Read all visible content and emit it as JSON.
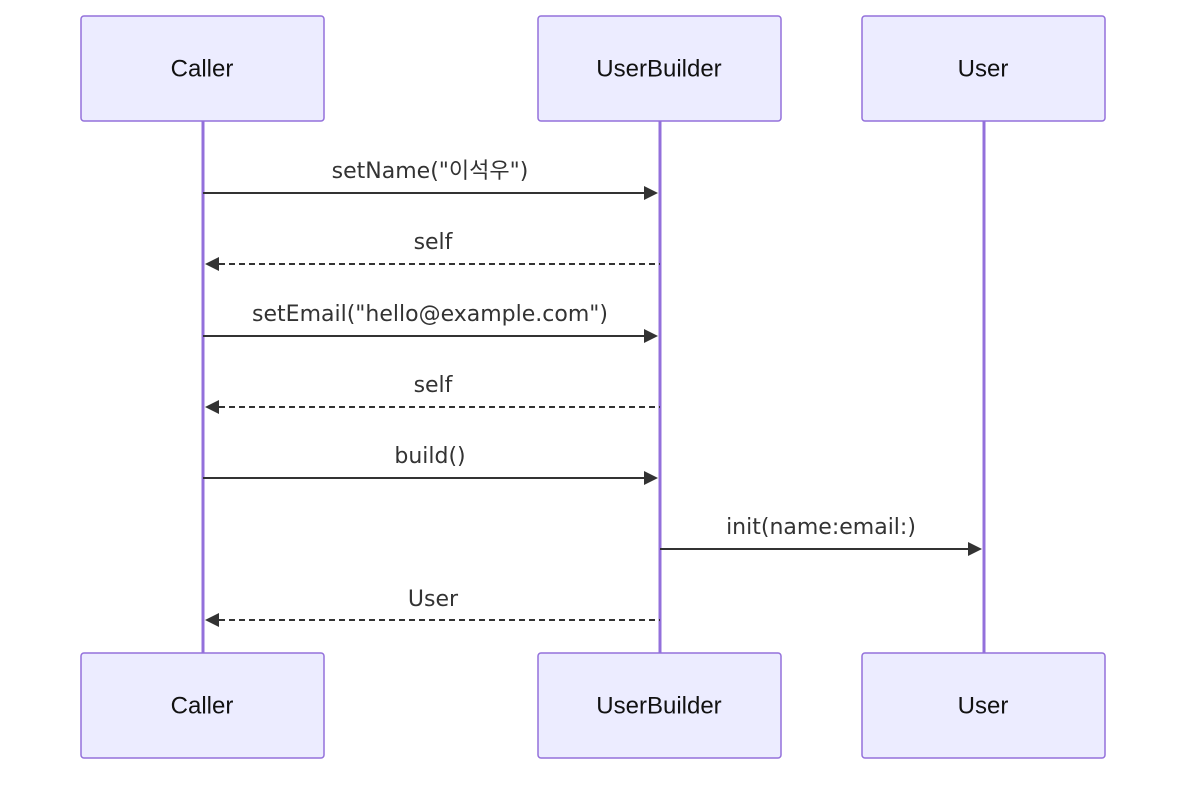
{
  "participants": [
    {
      "id": "caller",
      "label": "Caller"
    },
    {
      "id": "builder",
      "label": "UserBuilder"
    },
    {
      "id": "user",
      "label": "User"
    }
  ],
  "messages": [
    {
      "from": "caller",
      "to": "builder",
      "label": "setName(\"이석우\")",
      "style": "solid"
    },
    {
      "from": "builder",
      "to": "caller",
      "label": "self",
      "style": "dashed"
    },
    {
      "from": "caller",
      "to": "builder",
      "label": "setEmail(\"hello@example.com\")",
      "style": "solid"
    },
    {
      "from": "builder",
      "to": "caller",
      "label": "self",
      "style": "dashed"
    },
    {
      "from": "caller",
      "to": "builder",
      "label": "build()",
      "style": "solid"
    },
    {
      "from": "builder",
      "to": "user",
      "label": "init(name:email:)",
      "style": "solid"
    },
    {
      "from": "builder",
      "to": "caller",
      "label": "User",
      "style": "dashed"
    }
  ],
  "colors": {
    "actor_fill": "#ECECFF",
    "actor_stroke": "#9370DB",
    "lifeline": "#9370DB",
    "message": "#333333"
  }
}
